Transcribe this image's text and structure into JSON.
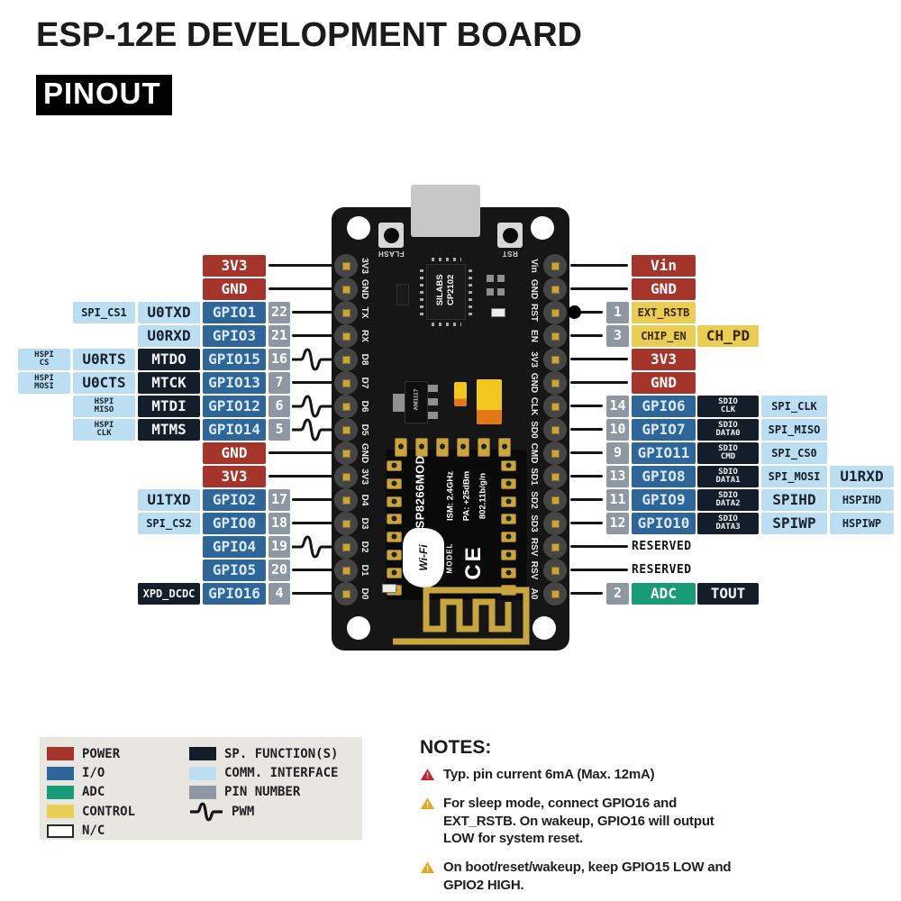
{
  "title": "ESP-12E DEVELOPMENT BOARD",
  "subtitle": "PINOUT",
  "colors": {
    "power": "#A5352B",
    "io": "#2E6699",
    "adc": "#189B77",
    "control": "#EACD53",
    "nc": "#FFFFFF",
    "special_function": "#141E2A",
    "comm_interface": "#BCDEF2",
    "pin_number": "#8D98A3",
    "wire": "#141414",
    "gold": "#C9A53E",
    "board": "#161616",
    "legend_bg": "#E8E6E1",
    "note_red": "#C8232C",
    "note_orange": "#E8A51E"
  },
  "left_rows": [
    {
      "cells": [
        {
          "text": "3V3",
          "type": "power",
          "col": "L4",
          "size": "md"
        }
      ]
    },
    {
      "cells": [
        {
          "text": "GND",
          "type": "power",
          "col": "L4",
          "size": "md"
        }
      ]
    },
    {
      "cells": [
        {
          "text": "SPI_CS1",
          "type": "comm",
          "col": "L2",
          "size": "sm"
        },
        {
          "text": "U0TXD",
          "type": "comm",
          "col": "L3",
          "size": "md"
        },
        {
          "text": "GPIO1",
          "type": "io",
          "col": "L4",
          "size": "md"
        },
        {
          "text": "22",
          "type": "pin",
          "col": "L5"
        }
      ]
    },
    {
      "cells": [
        {
          "text": "U0RXD",
          "type": "comm",
          "col": "L3",
          "size": "md"
        },
        {
          "text": "GPIO3",
          "type": "io",
          "col": "L4",
          "size": "md"
        },
        {
          "text": "21",
          "type": "pin",
          "col": "L5"
        }
      ]
    },
    {
      "pwm": true,
      "cells": [
        {
          "text": "HSPI\nCS",
          "type": "comm",
          "col": "L1",
          "size": "xs"
        },
        {
          "text": "U0RTS",
          "type": "comm",
          "col": "L2",
          "size": "md"
        },
        {
          "text": "MTDO",
          "type": "func",
          "col": "L3",
          "size": "md"
        },
        {
          "text": "GPIO15",
          "type": "io",
          "col": "L4",
          "size": "md"
        },
        {
          "text": "16",
          "type": "pin",
          "col": "L5"
        }
      ]
    },
    {
      "cells": [
        {
          "text": "HSPI\nMOSI",
          "type": "comm",
          "col": "L1",
          "size": "xs"
        },
        {
          "text": "U0CTS",
          "type": "comm",
          "col": "L2",
          "size": "md"
        },
        {
          "text": "MTCK",
          "type": "func",
          "col": "L3",
          "size": "md"
        },
        {
          "text": "GPIO13",
          "type": "io",
          "col": "L4",
          "size": "md"
        },
        {
          "text": "7",
          "type": "pin",
          "col": "L5"
        }
      ]
    },
    {
      "pwm": true,
      "cells": [
        {
          "text": "HSPI\nMISO",
          "type": "comm",
          "col": "L2",
          "size": "xs"
        },
        {
          "text": "MTDI",
          "type": "func",
          "col": "L3",
          "size": "md"
        },
        {
          "text": "GPIO12",
          "type": "io",
          "col": "L4",
          "size": "md"
        },
        {
          "text": "6",
          "type": "pin",
          "col": "L5"
        }
      ]
    },
    {
      "pwm": true,
      "cells": [
        {
          "text": "HSPI\nCLK",
          "type": "comm",
          "col": "L2",
          "size": "xs"
        },
        {
          "text": "MTMS",
          "type": "func",
          "col": "L3",
          "size": "md"
        },
        {
          "text": "GPIO14",
          "type": "io",
          "col": "L4",
          "size": "md"
        },
        {
          "text": "5",
          "type": "pin",
          "col": "L5"
        }
      ]
    },
    {
      "cells": [
        {
          "text": "GND",
          "type": "power",
          "col": "L4",
          "size": "md"
        }
      ]
    },
    {
      "cells": [
        {
          "text": "3V3",
          "type": "power",
          "col": "L4",
          "size": "md"
        }
      ]
    },
    {
      "cells": [
        {
          "text": "U1TXD",
          "type": "comm",
          "col": "L3",
          "size": "md"
        },
        {
          "text": "GPIO2",
          "type": "io",
          "col": "L4",
          "size": "md"
        },
        {
          "text": "17",
          "type": "pin",
          "col": "L5"
        }
      ]
    },
    {
      "cells": [
        {
          "text": "SPI_CS2",
          "type": "comm",
          "col": "L3",
          "size": "sm"
        },
        {
          "text": "GPIO0",
          "type": "io",
          "col": "L4",
          "size": "md"
        },
        {
          "text": "18",
          "type": "pin",
          "col": "L5"
        }
      ]
    },
    {
      "pwm": true,
      "cells": [
        {
          "text": "GPIO4",
          "type": "io",
          "col": "L4",
          "size": "md"
        },
        {
          "text": "19",
          "type": "pin",
          "col": "L5"
        }
      ]
    },
    {
      "cells": [
        {
          "text": "GPIO5",
          "type": "io",
          "col": "L4",
          "size": "md"
        },
        {
          "text": "20",
          "type": "pin",
          "col": "L5"
        }
      ]
    },
    {
      "cells": [
        {
          "text": "XPD_DCDC",
          "type": "func",
          "col": "L3",
          "size": "sm"
        },
        {
          "text": "GPIO16",
          "type": "io",
          "col": "L4",
          "size": "md"
        },
        {
          "text": "4",
          "type": "pin",
          "col": "L5"
        }
      ]
    }
  ],
  "right_rows": [
    {
      "cells": [
        {
          "text": "Vin",
          "type": "power",
          "col": "R2",
          "size": "md"
        }
      ]
    },
    {
      "cells": [
        {
          "text": "GND",
          "type": "power",
          "col": "R2",
          "size": "md"
        }
      ]
    },
    {
      "dot": true,
      "cells": [
        {
          "text": "1",
          "type": "pin",
          "col": "R1"
        },
        {
          "text": "EXT_RSTB",
          "type": "control",
          "col": "R2",
          "size": "sm"
        }
      ]
    },
    {
      "cells": [
        {
          "text": "3",
          "type": "pin",
          "col": "R1"
        },
        {
          "text": "CHIP_EN",
          "type": "control",
          "col": "R2",
          "size": "sm"
        },
        {
          "text": "CH_PD",
          "type": "control",
          "col": "R3",
          "size": "md"
        }
      ]
    },
    {
      "cells": [
        {
          "text": "3V3",
          "type": "power",
          "col": "R2",
          "size": "md"
        }
      ]
    },
    {
      "cells": [
        {
          "text": "GND",
          "type": "power",
          "col": "R2",
          "size": "md"
        }
      ]
    },
    {
      "cells": [
        {
          "text": "14",
          "type": "pin",
          "col": "R1"
        },
        {
          "text": "GPIO6",
          "type": "io",
          "col": "R2",
          "size": "md"
        },
        {
          "text": "SDIO\nCLK",
          "type": "func",
          "col": "R3",
          "size": "xs"
        },
        {
          "text": "SPI_CLK",
          "type": "comm",
          "col": "R4",
          "size": "sm"
        }
      ]
    },
    {
      "cells": [
        {
          "text": "10",
          "type": "pin",
          "col": "R1"
        },
        {
          "text": "GPIO7",
          "type": "io",
          "col": "R2",
          "size": "md"
        },
        {
          "text": "SDIO\nDATA0",
          "type": "func",
          "col": "R3",
          "size": "xs"
        },
        {
          "text": "SPI_MISO",
          "type": "comm",
          "col": "R4",
          "size": "sm"
        }
      ]
    },
    {
      "cells": [
        {
          "text": "9",
          "type": "pin",
          "col": "R1"
        },
        {
          "text": "GPIO11",
          "type": "io",
          "col": "R2",
          "size": "md"
        },
        {
          "text": "SDIO\nCMD",
          "type": "func",
          "col": "R3",
          "size": "xs"
        },
        {
          "text": "SPI_CS0",
          "type": "comm",
          "col": "R4",
          "size": "sm"
        }
      ]
    },
    {
      "cells": [
        {
          "text": "13",
          "type": "pin",
          "col": "R1"
        },
        {
          "text": "GPIO8",
          "type": "io",
          "col": "R2",
          "size": "md"
        },
        {
          "text": "SDIO\nDATA1",
          "type": "func",
          "col": "R3",
          "size": "xs"
        },
        {
          "text": "SPI_MOSI",
          "type": "comm",
          "col": "R4",
          "size": "sm"
        },
        {
          "text": "U1RXD",
          "type": "comm",
          "col": "R5",
          "size": "md"
        }
      ]
    },
    {
      "cells": [
        {
          "text": "11",
          "type": "pin",
          "col": "R1"
        },
        {
          "text": "GPIO9",
          "type": "io",
          "col": "R2",
          "size": "md"
        },
        {
          "text": "SDIO\nDATA2",
          "type": "func",
          "col": "R3",
          "size": "xs"
        },
        {
          "text": "SPIHD",
          "type": "comm",
          "col": "R4",
          "size": "md"
        },
        {
          "text": "HSPIHD",
          "type": "comm",
          "col": "R5",
          "size": "sm"
        }
      ]
    },
    {
      "cells": [
        {
          "text": "12",
          "type": "pin",
          "col": "R1"
        },
        {
          "text": "GPIO10",
          "type": "io",
          "col": "R2",
          "size": "md"
        },
        {
          "text": "SDIO\nDATA3",
          "type": "func",
          "col": "R3",
          "size": "xs"
        },
        {
          "text": "SPIWP",
          "type": "comm",
          "col": "R4",
          "size": "md"
        },
        {
          "text": "HSPIWP",
          "type": "comm",
          "col": "R5",
          "size": "sm"
        }
      ]
    },
    {
      "cells": [
        {
          "text": "RESERVED",
          "type": "plain",
          "col": "R2",
          "size": "sm"
        }
      ]
    },
    {
      "cells": [
        {
          "text": "RESERVED",
          "type": "plain",
          "col": "R2",
          "size": "sm"
        }
      ]
    },
    {
      "cells": [
        {
          "text": "2",
          "type": "pin",
          "col": "R1"
        },
        {
          "text": "ADC",
          "type": "adc",
          "col": "R2",
          "size": "md"
        },
        {
          "text": "TOUT",
          "type": "func",
          "col": "R3",
          "size": "md"
        }
      ]
    }
  ],
  "board": {
    "flash_button_label": "FLASH",
    "reset_button_label": "RST",
    "usb_chip": [
      "SILABS",
      "CP2102"
    ],
    "regulator": "AM1117",
    "module": {
      "name": "ESP8266MOD",
      "specs": [
        "ISM: 2.4GHz",
        "PA: +25dBm",
        "802.11b/g/n"
      ],
      "wifi_logo": "Wi-Fi",
      "model_label": "MODEL",
      "ce_mark": "CE"
    },
    "silk_left": [
      "3V3",
      "GND",
      "TX",
      "RX",
      "D8",
      "D7",
      "D6",
      "D5",
      "GND",
      "3V3",
      "D4",
      "D3",
      "D2",
      "D1",
      "D0"
    ],
    "silk_right": [
      "Vin",
      "GND",
      "RST",
      "EN",
      "3V3",
      "GND",
      "CLK",
      "SD0",
      "CMD",
      "SD1",
      "SD2",
      "SD3",
      "RSV",
      "RSV",
      "A0"
    ]
  },
  "legend": {
    "col1": [
      {
        "label": "POWER",
        "swatch": "power"
      },
      {
        "label": "I/O",
        "swatch": "io"
      },
      {
        "label": "ADC",
        "swatch": "adc"
      },
      {
        "label": "CONTROL",
        "swatch": "control"
      },
      {
        "label": "N/C",
        "swatch": "nc"
      }
    ],
    "col2": [
      {
        "label": "SP. FUNCTION(S)",
        "swatch": "func"
      },
      {
        "label": "COMM. INTERFACE",
        "swatch": "comm"
      },
      {
        "label": "PIN NUMBER",
        "swatch": "pin"
      },
      {
        "label": "PWM",
        "swatch": "pwm"
      }
    ]
  },
  "notes": {
    "heading": "NOTES:",
    "items": [
      {
        "severity": "high",
        "text": "Typ. pin current 6mA (Max. 12mA)"
      },
      {
        "severity": "warn",
        "text": "For sleep mode, connect GPIO16 and EXT_RSTB. On wakeup, GPIO16 will output LOW for system reset."
      },
      {
        "severity": "warn",
        "text": "On boot/reset/wakeup, keep GPIO15 LOW and GPIO2 HIGH."
      }
    ]
  }
}
